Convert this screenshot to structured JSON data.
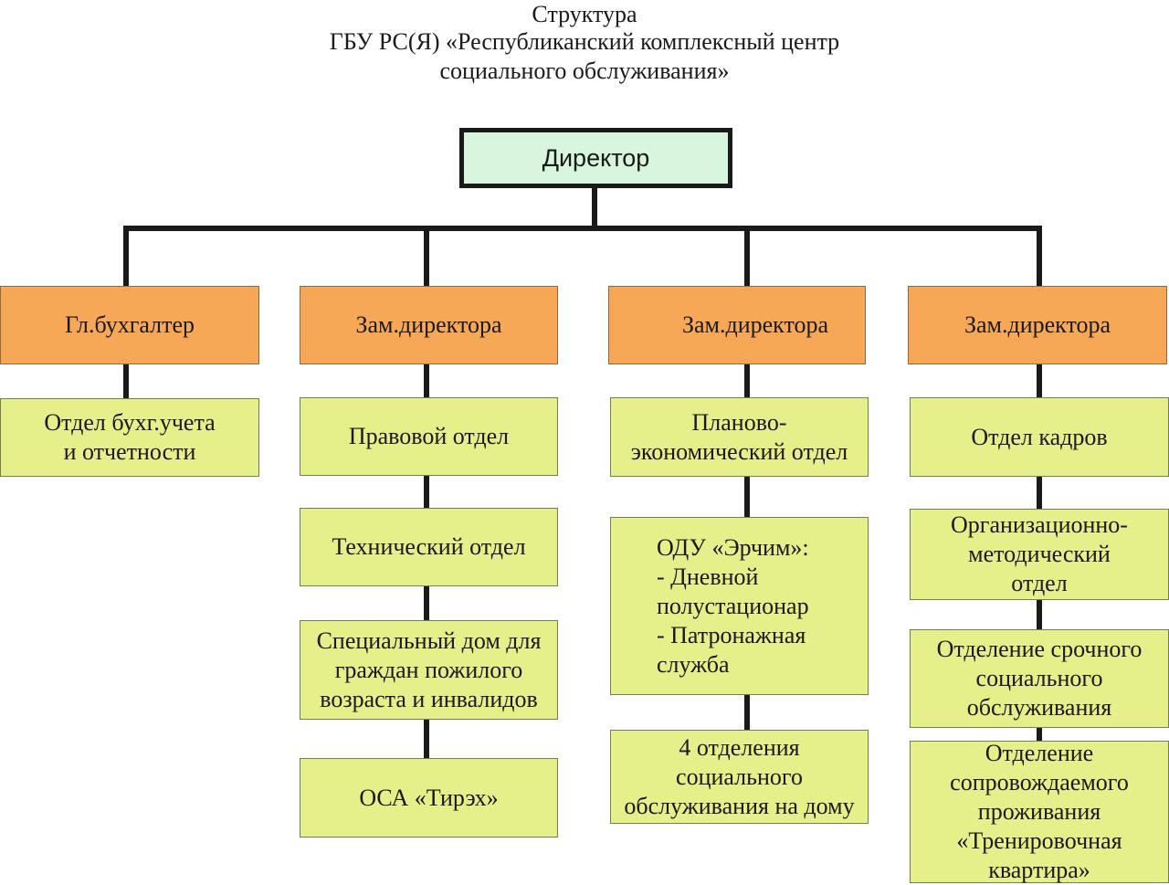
{
  "title": {
    "line1": "Структура",
    "line2": "ГБУ РС(Я) «Республиканский комплексный центр",
    "line3": "социального обслуживания»"
  },
  "director": {
    "label": "Директор"
  },
  "branches": [
    {
      "head": "Гл.бухгалтер",
      "units": [
        {
          "lines": [
            "Отдел бухг.учета",
            "и отчетности"
          ]
        }
      ]
    },
    {
      "head": "Зам.директора",
      "units": [
        {
          "lines": [
            "Правовой отдел"
          ]
        },
        {
          "lines": [
            "Технический отдел"
          ]
        },
        {
          "lines": [
            "Специальный дом для",
            "граждан пожилого",
            "возраста и инвалидов"
          ]
        },
        {
          "lines": [
            "ОСА «Тирэх»"
          ]
        }
      ]
    },
    {
      "head": "Зам.директора",
      "units": [
        {
          "lines": [
            "Планово-",
            "экономический отдел"
          ]
        },
        {
          "lines": [
            "ОДУ «Эрчим»:",
            "- Дневной",
            "полустационар",
            "- Патронажная",
            "служба"
          ]
        },
        {
          "lines": [
            "4 отделения",
            "социального",
            "обслуживания на дому"
          ]
        }
      ]
    },
    {
      "head": "Зам.директора",
      "units": [
        {
          "lines": [
            "Отдел кадров"
          ]
        },
        {
          "lines": [
            "Организационно-",
            "методический",
            "отдел"
          ]
        },
        {
          "lines": [
            "Отделение срочного",
            "социального",
            "обслуживания"
          ]
        },
        {
          "lines": [
            "Отделение",
            "сопровождаемого",
            "проживания",
            "«Тренировочная",
            "квартира»"
          ]
        }
      ]
    }
  ],
  "colors": {
    "director_fill": "#d8f5dd",
    "head_fill": "#f7a857",
    "unit_fill": "#e6f08a",
    "connector": "#1a1a1a"
  }
}
